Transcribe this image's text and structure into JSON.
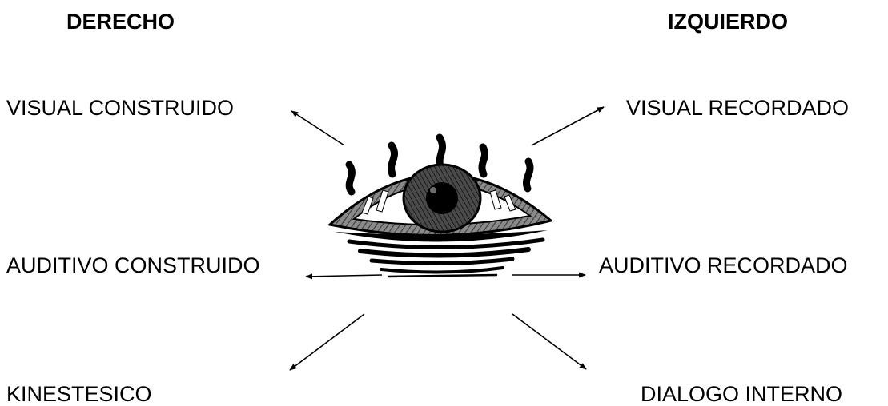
{
  "headers": {
    "left": "DERECHO",
    "right": "IZQUIERDO"
  },
  "labels": {
    "visual_construido": "VISUAL CONSTRUIDO",
    "visual_recordado": "VISUAL RECORDADO",
    "auditivo_construido": "AUDITIVO CONSTRUIDO",
    "auditivo_recordado": "AUDITIVO RECORDADO",
    "kinestesico": "KINESTESICO",
    "dialogo_interno": "DIALOGO INTERNO"
  },
  "icons": {
    "center": "eye-icon"
  },
  "colors": {
    "text": "#000000",
    "background": "#ffffff"
  }
}
